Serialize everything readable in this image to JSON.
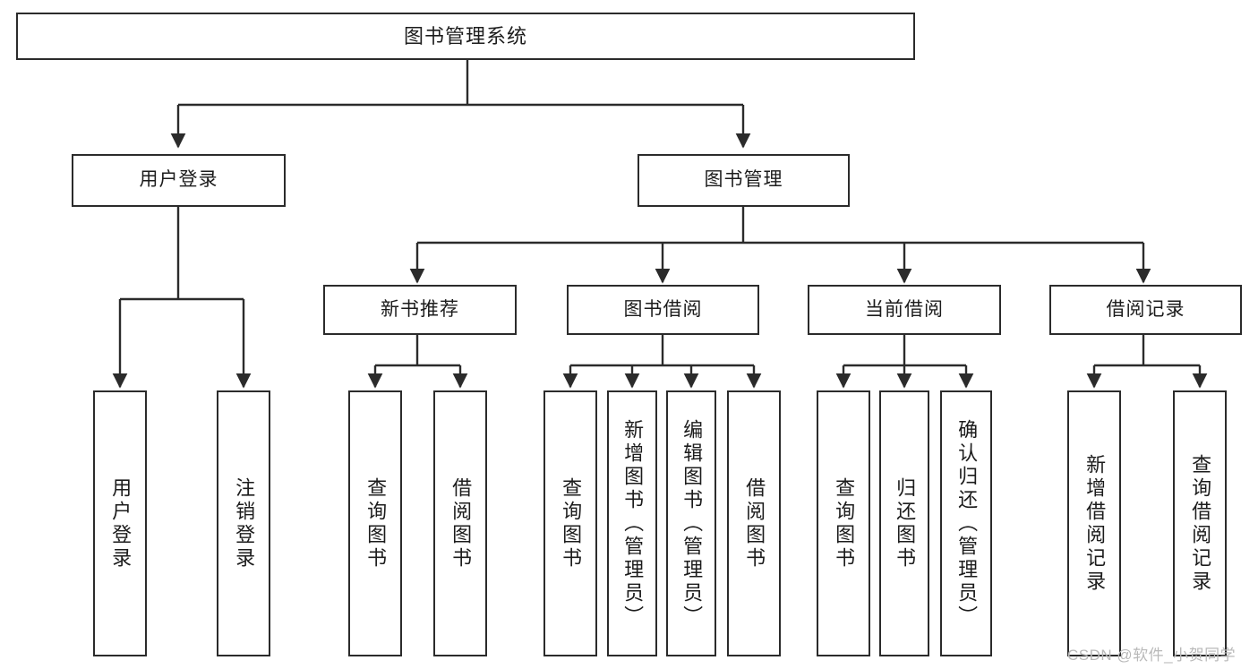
{
  "diagram": {
    "type": "tree",
    "title": "图书管理系统",
    "theme": {
      "background": "#ffffff",
      "box_border": "#2b2b2b",
      "box_fill": "#ffffff",
      "text": "#1c1c1c",
      "connector": "#2b2b2b",
      "watermark": "#b9b9b9"
    },
    "root": {
      "label": "图书管理系统"
    },
    "level1": [
      {
        "label": "用户登录"
      },
      {
        "label": "图书管理"
      }
    ],
    "level2": [
      {
        "label": "新书推荐"
      },
      {
        "label": "图书借阅"
      },
      {
        "label": "当前借阅"
      },
      {
        "label": "借阅记录"
      }
    ],
    "leaves": {
      "user_login": [
        {
          "label": "用户登录"
        },
        {
          "label": "注销登录"
        }
      ],
      "new_book_recommend": [
        {
          "label": "查询图书"
        },
        {
          "label": "借阅图书"
        }
      ],
      "book_borrow": [
        {
          "label": "查询图书"
        },
        {
          "label": "新增图书（管理员）"
        },
        {
          "label": "编辑图书（管理员）"
        },
        {
          "label": "借阅图书"
        }
      ],
      "current_borrow": [
        {
          "label": "查询图书"
        },
        {
          "label": "归还图书"
        },
        {
          "label": "确认归还（管理员）"
        }
      ],
      "borrow_record": [
        {
          "label": "新增借阅记录"
        },
        {
          "label": "查询借阅记录"
        }
      ]
    }
  },
  "watermark": {
    "text": "CSDN @软件_小贺同学"
  }
}
